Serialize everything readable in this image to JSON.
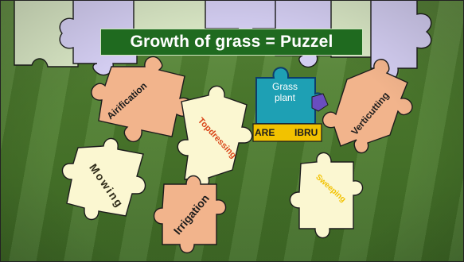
{
  "title": "Growth of grass = Puzzel",
  "center_piece": {
    "line1": "Grass",
    "line2": "plant"
  },
  "center_fragments": {
    "left": "ARE",
    "right": "IBRU"
  },
  "pieces": {
    "aerification": "Airification",
    "topdressing": "Topdressing",
    "verticutting": "Verticutting",
    "mowing": "Mowing",
    "irrigation": "Irrigation",
    "sweeping": "Sweeping"
  },
  "colors": {
    "title_bg": "#1f6a1f",
    "salmon": "#f2b48c",
    "cream": "#fbf7d1",
    "lavender": "#d3cdf1",
    "pale_green": "#d8e6c4",
    "teal": "#1ea0b4",
    "yellow": "#f2c200",
    "purple": "#6a4ec0"
  }
}
